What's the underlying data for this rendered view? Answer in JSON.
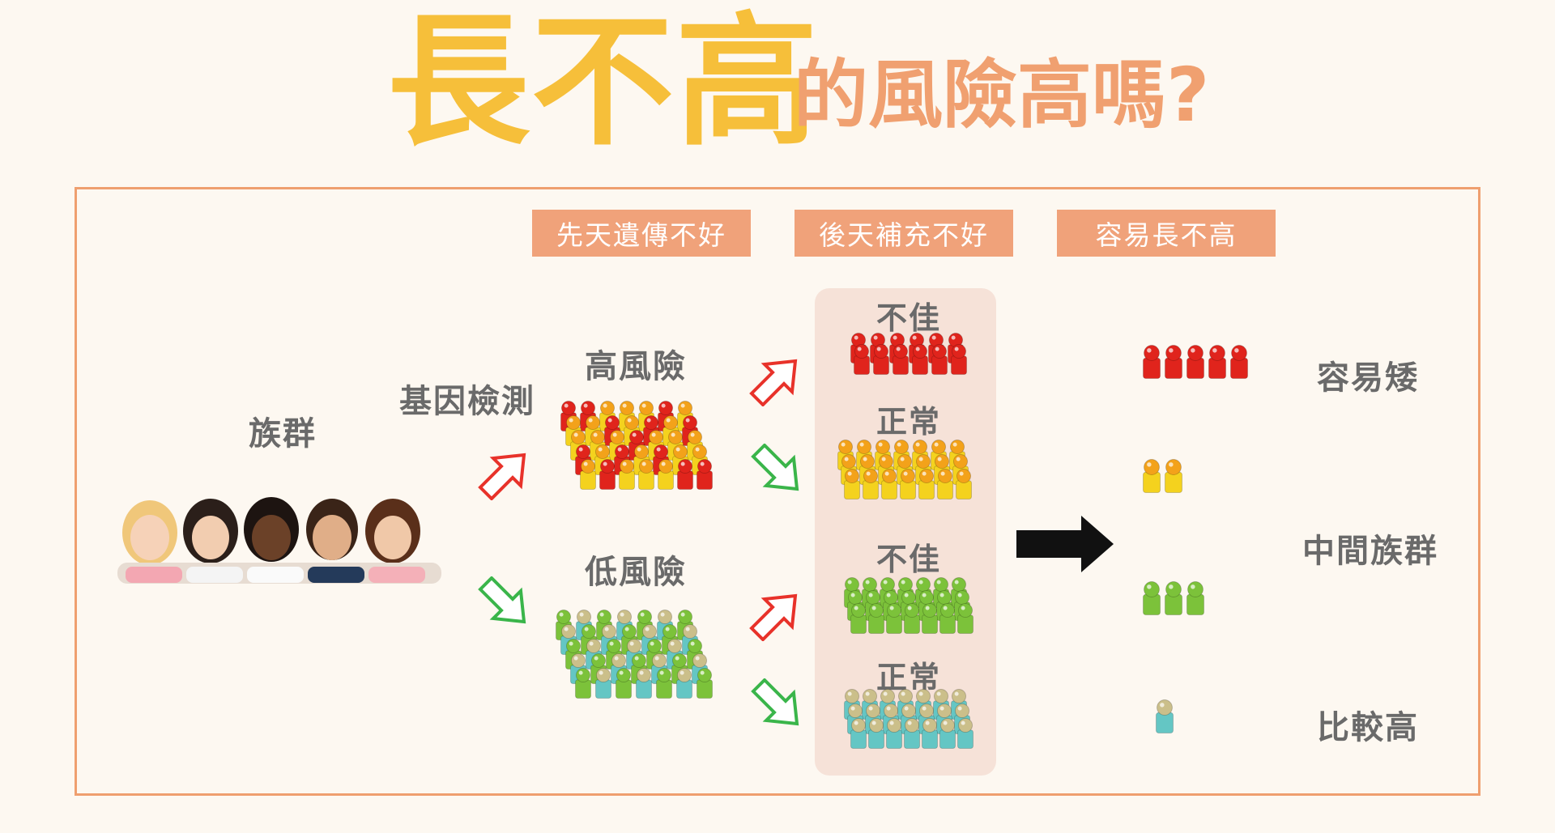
{
  "title": {
    "main": "長不高",
    "sub": "的風險高嗎?"
  },
  "headers": [
    "先天遺傳不好",
    "後天補充不好",
    "容易長不高"
  ],
  "left": {
    "population": "族群",
    "gene_test": "基因檢測"
  },
  "risk": {
    "high": "高風險",
    "low": "低風險"
  },
  "outcome": {
    "high_poor": "不佳",
    "high_normal": "正常",
    "low_poor": "不佳",
    "low_normal": "正常"
  },
  "result": {
    "short": "容易矮",
    "middle": "中間族群",
    "tall": "比較高"
  },
  "colors": {
    "red": "#e0241c",
    "orange": "#f3a21a",
    "yellow": "#f4d21e",
    "green": "#7cc23a",
    "teal": "#64c6c4",
    "tan": "#cbbf8a",
    "arrow_up": "#e8322a",
    "arrow_down": "#3ab54a",
    "big_arrow": "#111111",
    "accent": "#f6bf3a"
  },
  "icons": [
    "children-photo",
    "people-crowd-icon",
    "up-arrow-icon",
    "down-arrow-icon",
    "right-arrow-icon"
  ]
}
